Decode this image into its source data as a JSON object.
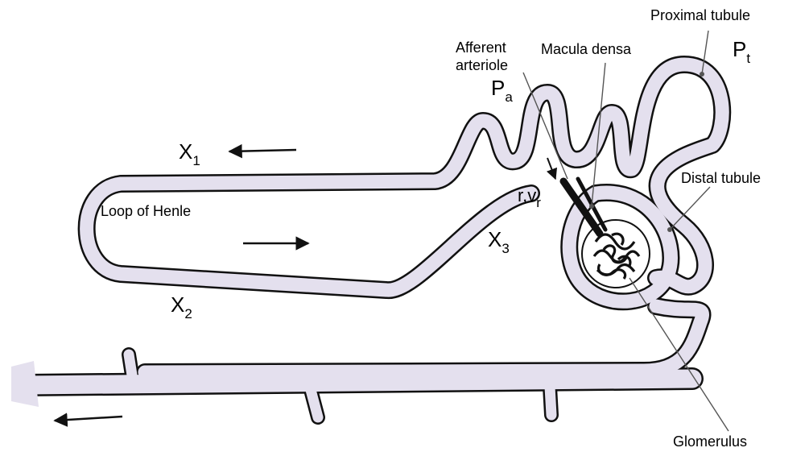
{
  "colors": {
    "tubule_fill": "#e4e0ee",
    "outline": "#111111",
    "leader": "#555555"
  },
  "labels": {
    "proximal_tubule": "Proximal tubule",
    "afferent_arteriole_line1": "Afferent",
    "afferent_arteriole_line2": "arteriole",
    "macula_densa": "Macula densa",
    "distal_tubule": "Distal tubule",
    "loop_of_henle": "Loop of Henle",
    "glomerulus": "Glomerulus"
  },
  "variables": {
    "pt": {
      "base": "P",
      "sub": "t"
    },
    "pa": {
      "base": "P",
      "sub": "a"
    },
    "x1": {
      "base": "X",
      "sub": "1"
    },
    "x2": {
      "base": "X",
      "sub": "2"
    },
    "x3": {
      "base": "X",
      "sub": "3"
    },
    "rv": {
      "base": "r,v",
      "sub": "r"
    }
  },
  "arrows": [
    {
      "name": "flow-arrow-ascending",
      "direction": "left"
    },
    {
      "name": "flow-arrow-descending",
      "direction": "right"
    },
    {
      "name": "flow-arrow-collecting-duct",
      "direction": "left"
    },
    {
      "name": "flow-arrow-afferent",
      "direction": "down-right"
    }
  ]
}
